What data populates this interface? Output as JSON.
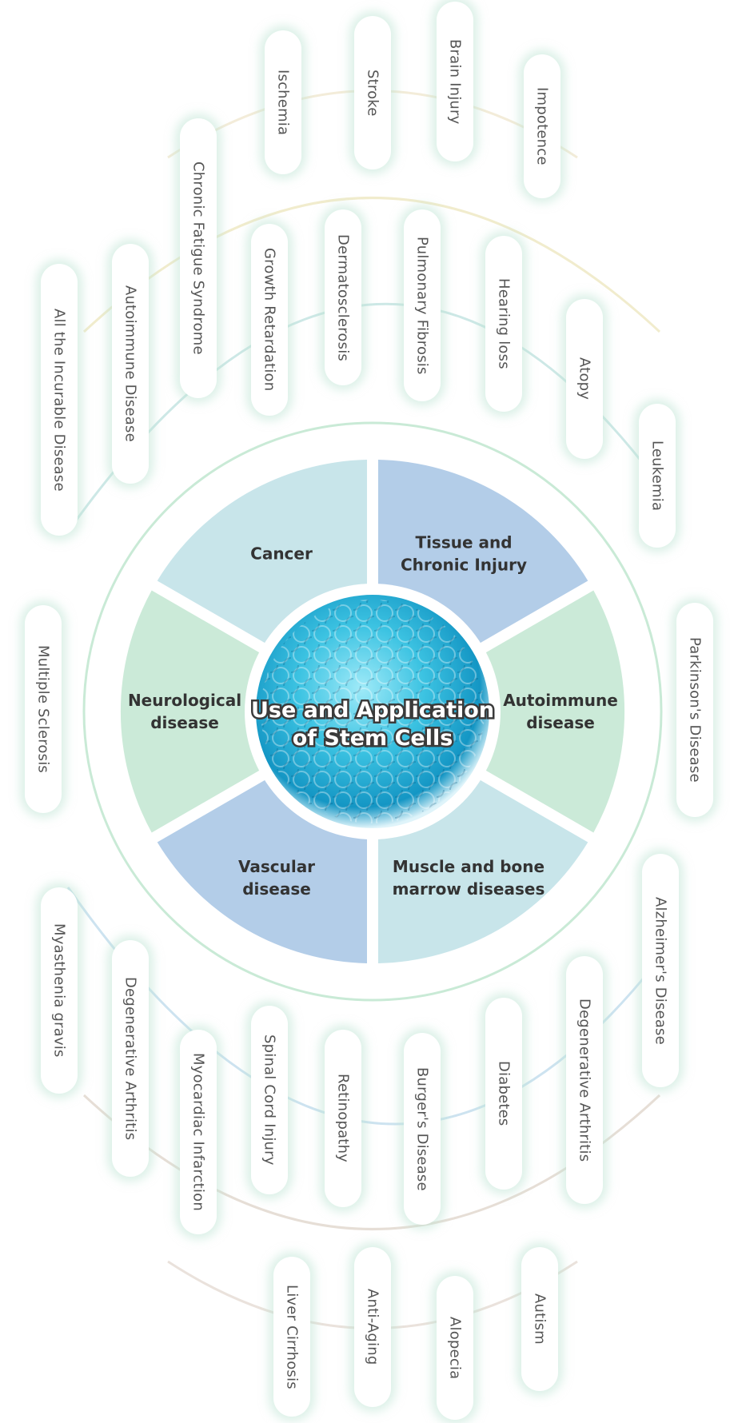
{
  "center": {
    "title_line1": "Use and Application",
    "title_line2": "of Stem Cells"
  },
  "sectors": [
    {
      "id": "tissue",
      "lines": [
        "Tissue and",
        "Chronic Injury"
      ],
      "color": "#b3cde8"
    },
    {
      "id": "autoimmune",
      "lines": [
        "Autoimmune",
        "disease"
      ],
      "color": "#cbead8"
    },
    {
      "id": "muscle",
      "lines": [
        "Muscle and bone",
        "marrow diseases"
      ],
      "color": "#c8e5ea"
    },
    {
      "id": "vascular",
      "lines": [
        "Vascular",
        "disease"
      ],
      "color": "#b3cde8"
    },
    {
      "id": "neurological",
      "lines": [
        "Neurological",
        "disease"
      ],
      "color": "#cbead8"
    },
    {
      "id": "cancer",
      "lines": [
        "Cancer"
      ],
      "color": "#c8e5ea"
    }
  ],
  "conditions": {
    "top": [
      "Ischemia",
      "Stroke",
      "Brain Injury",
      "Impotence",
      "Chronic Fatigue Syndrome",
      "Growth Retardation",
      "Dermatosclerosis",
      "Pulmonary Fibrosis",
      "Hearing loss",
      "Atopy",
      "Leukemia",
      "Autoimmune Disease",
      "All the Incurable Disease"
    ],
    "middle": [
      "Multiple Sclerosis",
      "Parkinson's Disease"
    ],
    "bottom": [
      "Myasthenia gravis",
      "Degenerative Arthritis",
      "Myocardiac Infarction",
      "Spinal Cord Injury",
      "Retinopathy",
      "Burger's Disease",
      "Diabetes",
      "Degenerative Arthritis",
      "Alzheimer's Disease",
      "Liver Cirrhosis",
      "Anti-Aging",
      "Alopecia",
      "Autism"
    ]
  },
  "colors": {
    "blue": "#b3cde8",
    "green": "#cbead8",
    "teal": "#c8e5ea",
    "ring": "#c9ead6",
    "cell": "#2fb5d6"
  }
}
